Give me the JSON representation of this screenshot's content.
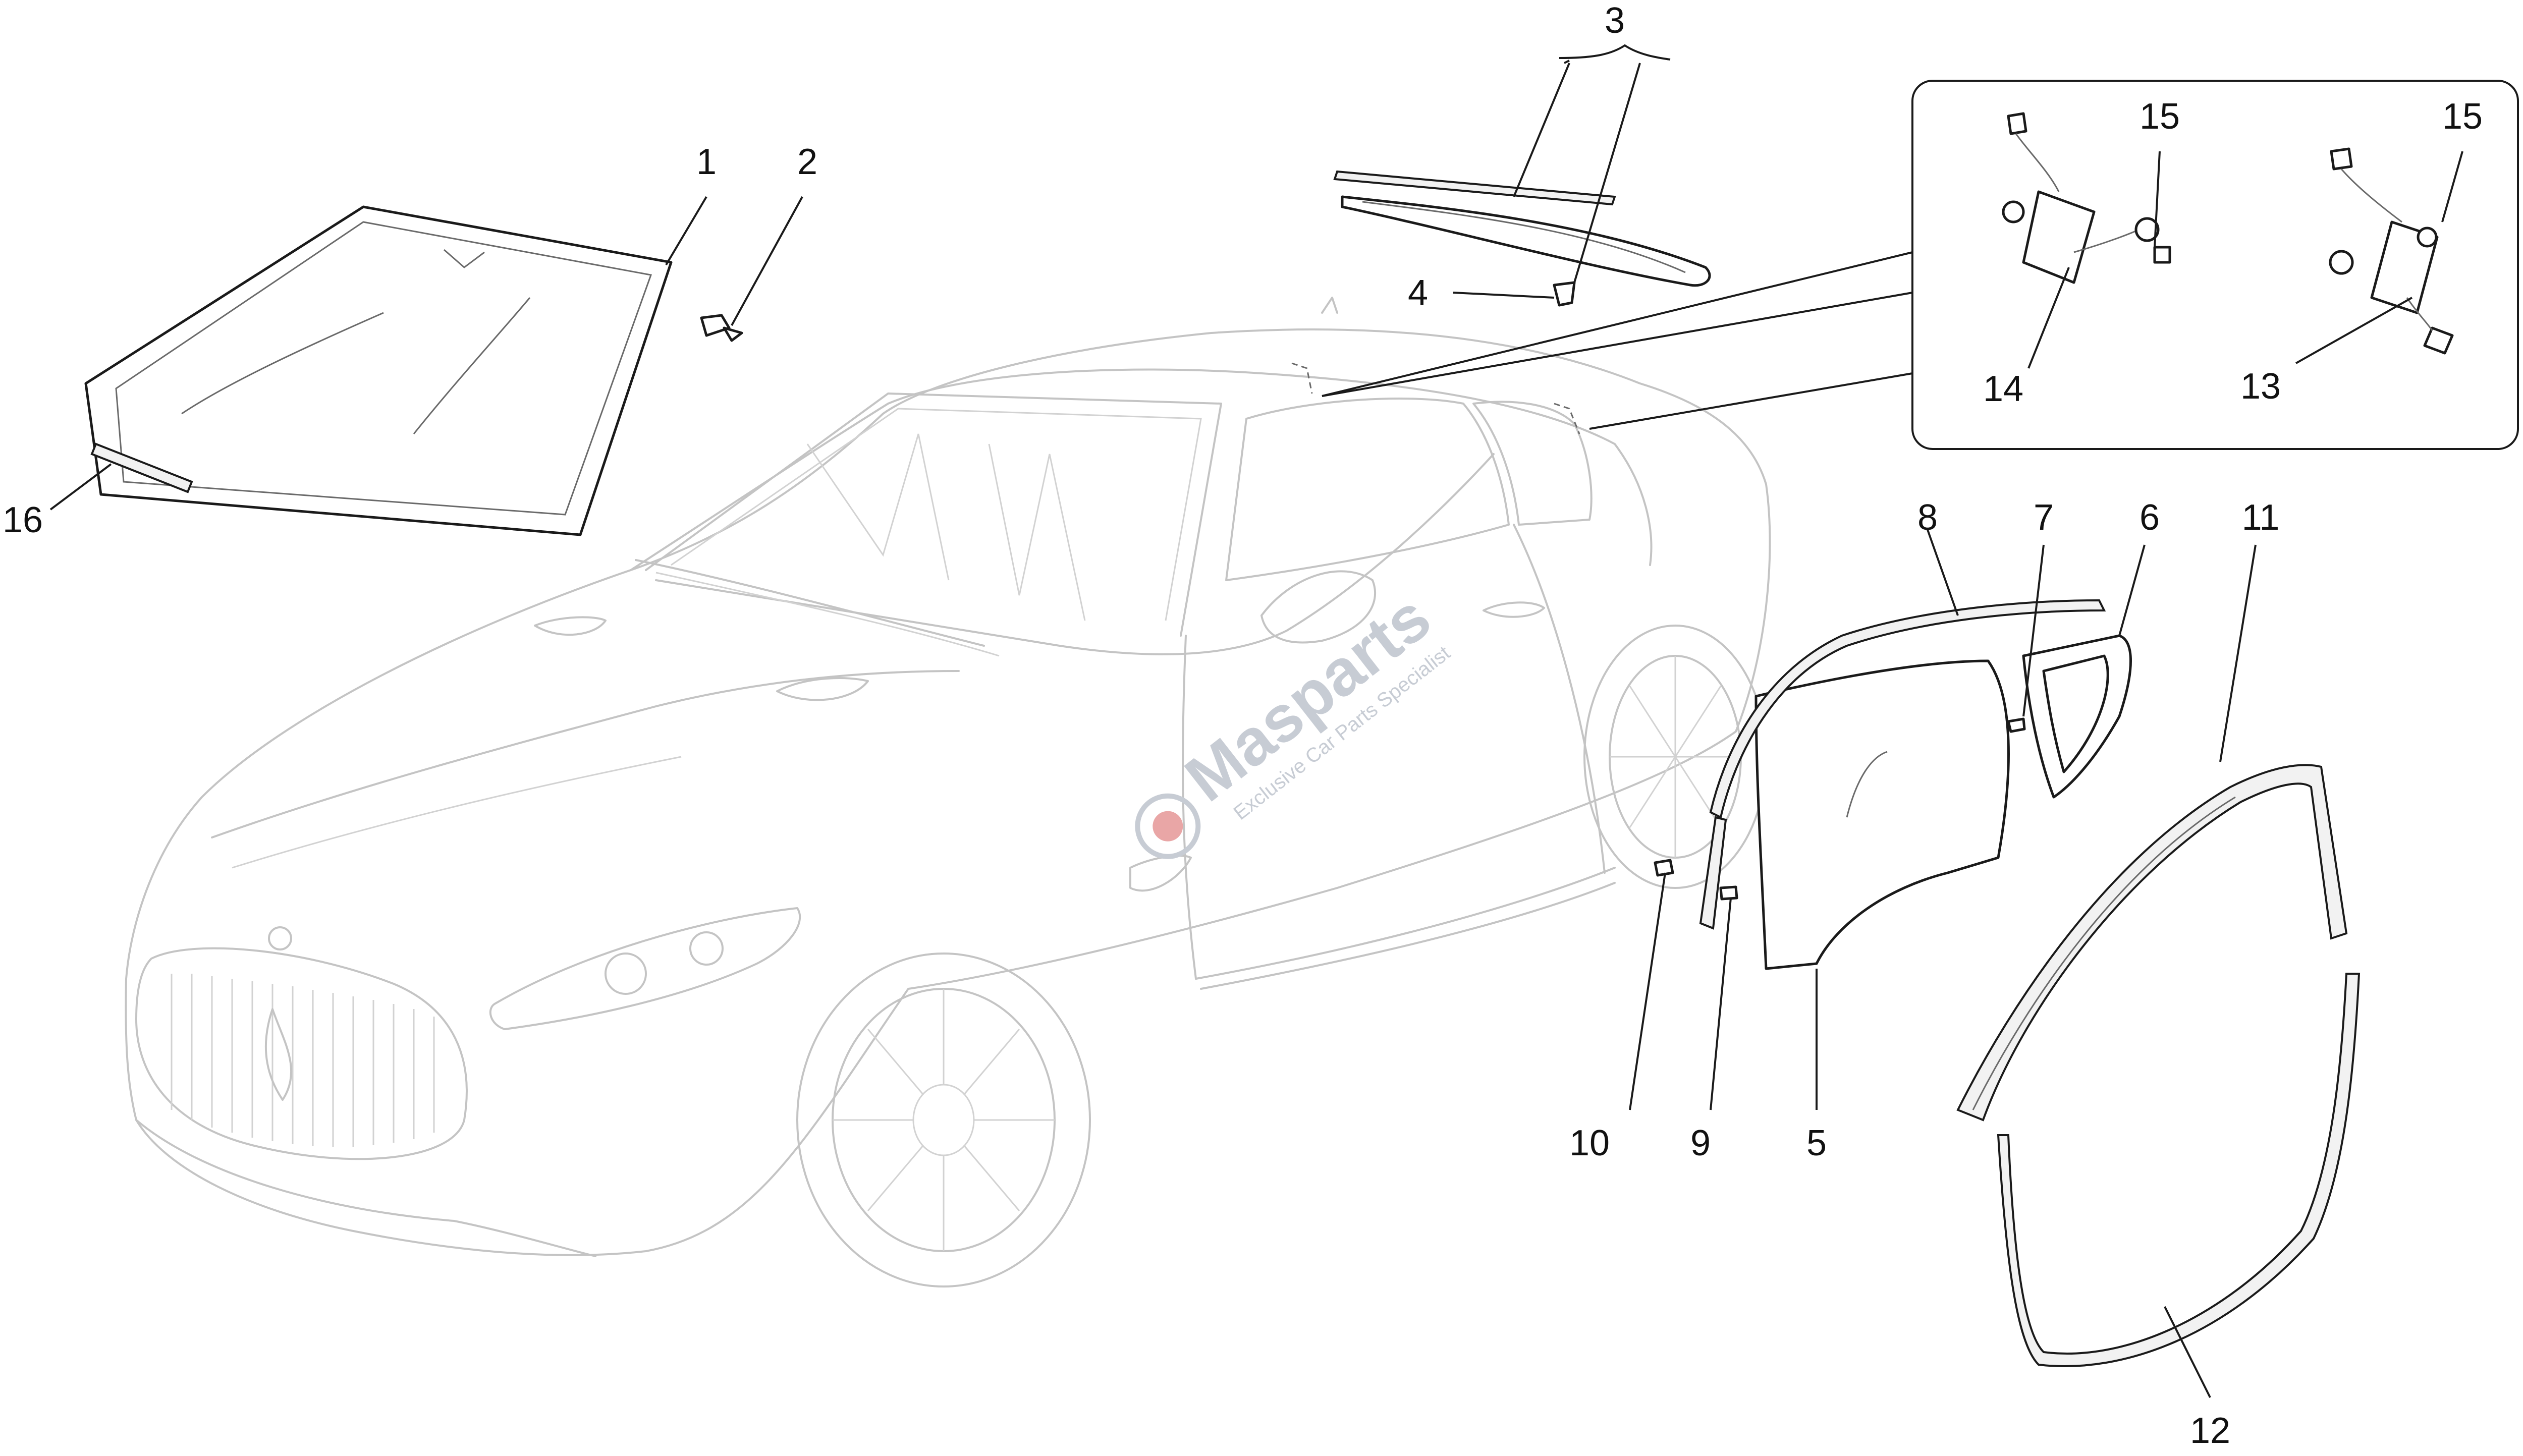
{
  "callouts": [
    "1",
    "2",
    "3",
    "4",
    "5",
    "6",
    "7",
    "8",
    "9",
    "10",
    "11",
    "12",
    "13",
    "14",
    "15",
    "15",
    "16"
  ],
  "watermark": {
    "brand": "Masparts",
    "tagline": "Exclusive Car Parts Specialist"
  }
}
